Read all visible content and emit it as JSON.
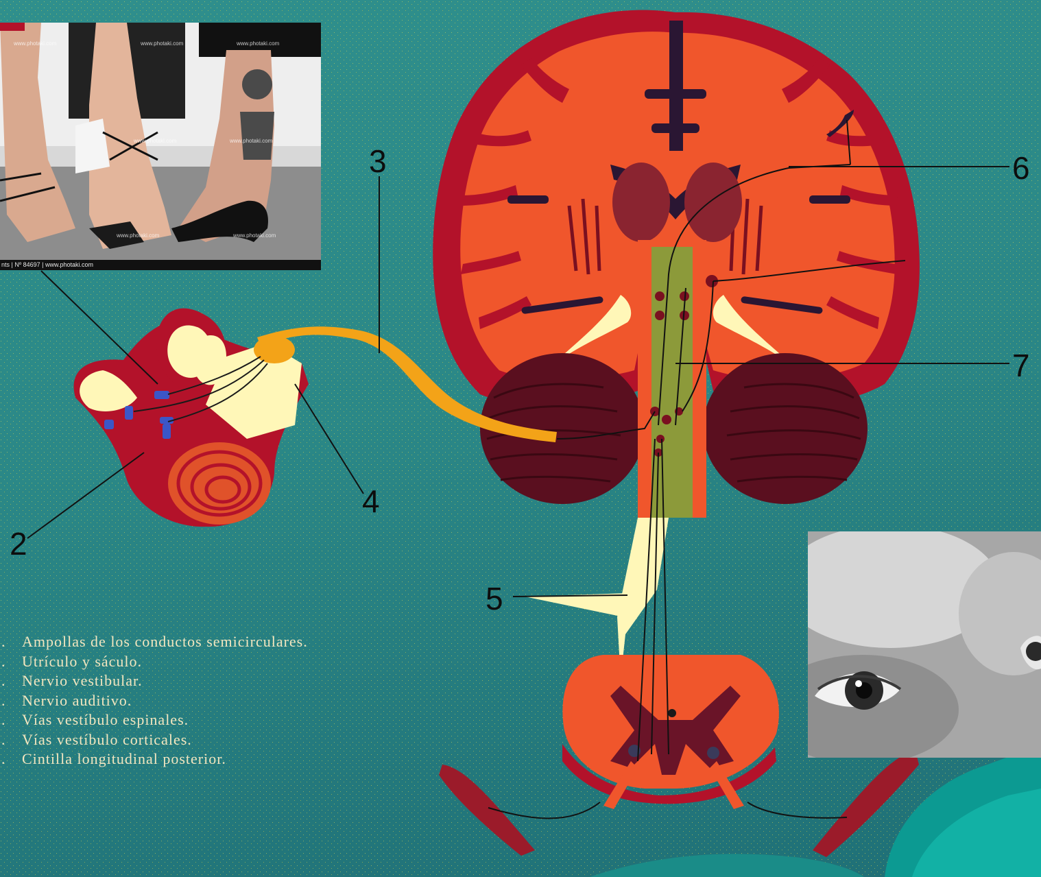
{
  "labels": {
    "n2": "2",
    "n3": "3",
    "n4": "4",
    "n5": "5",
    "n6": "6",
    "n7": "7"
  },
  "legend": [
    {
      "n": ".",
      "text": "Ampollas de los conductos semicirculares."
    },
    {
      "n": ".",
      "text": "Utrículo y sáculo."
    },
    {
      "n": ".",
      "text": "Nervio vestibular."
    },
    {
      "n": ".",
      "text": "Nervio auditivo."
    },
    {
      "n": ".",
      "text": "Vías vestíbulo espinales."
    },
    {
      "n": ".",
      "text": "Vías vestíbulo corticales."
    },
    {
      "n": ".",
      "text": "Cintilla longitudinal posterior."
    }
  ],
  "photo_legs": {
    "watermark": "www.photaki.com",
    "credit": "nts | Nº 84697 | www.photaki.com"
  },
  "colors": {
    "background": "#2b8887",
    "cortex_outline": "#b3122a",
    "brain_fill": "#f0562c",
    "dark_sulci": "#2a1633",
    "cerebellum": "#5a0f1f",
    "brainstem": "#8c9a3a",
    "nerve": "#f3a318",
    "pale": "#fff7b8",
    "muscle": "#9b1b2a"
  }
}
